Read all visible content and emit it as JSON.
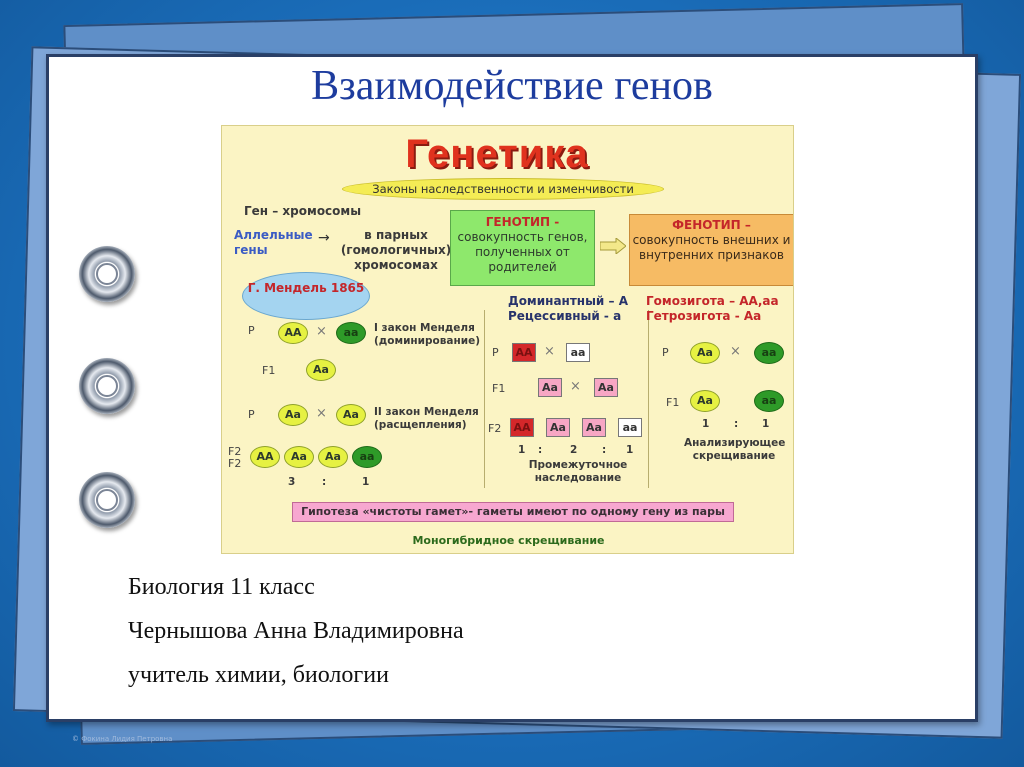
{
  "slide": {
    "title": "Взаимодействие генов",
    "info_lines": [
      "Биология 11 класс",
      "Чернышова Анна Владимировна",
      "учитель химии, биологии"
    ],
    "footer": "© Фокина Лидия Петровна"
  },
  "diagram": {
    "heading": "Генетика",
    "laws": "Законы наследственности и изменчивости",
    "gene_chromosomes": "Ген – хромосомы",
    "alleles": "Аллельные гены",
    "pairs": "в парных (гомологичных) хромосомах",
    "genotype_head": "ГЕНОТИП -",
    "genotype_body": "совокупность генов, полученных от родителей",
    "phenotype_head": "ФЕНОТИП –",
    "phenotype_body": "совокупность внешних и внутренних признаков",
    "mendel": "Г. Мендель 1865",
    "law1": "I закон Менделя (доминирование)",
    "law2": "II закон Менделя (расщепления)",
    "dominant": "Доминантный – А",
    "recessive": "Рецессивный - а",
    "homozygote": "Гомозигота – АА,аа",
    "heterozygote": "Гетрозигота - Аа",
    "ratio_3_1_a": "3",
    "ratio_3_1_b": "1",
    "ratio_121_a": "1",
    "ratio_121_b": "2",
    "ratio_121_c": "1",
    "ratio_11_a": "1",
    "ratio_11_b": "1",
    "intermediate": "Промежуточное наследование",
    "analyzing": "Анализирующее скрещивание",
    "hypothesis": "Гипотеза «чистоты гамет»- гаметы имеют по одному гену из пары",
    "monohybrid": "Моногибридное скрещивание",
    "labels": {
      "P": "P",
      "F1": "F1",
      "F2": "F2",
      "x": "×",
      "colon": ":"
    },
    "genes": {
      "AA": "АА",
      "aa": "аа",
      "Aa": "Аа"
    }
  }
}
